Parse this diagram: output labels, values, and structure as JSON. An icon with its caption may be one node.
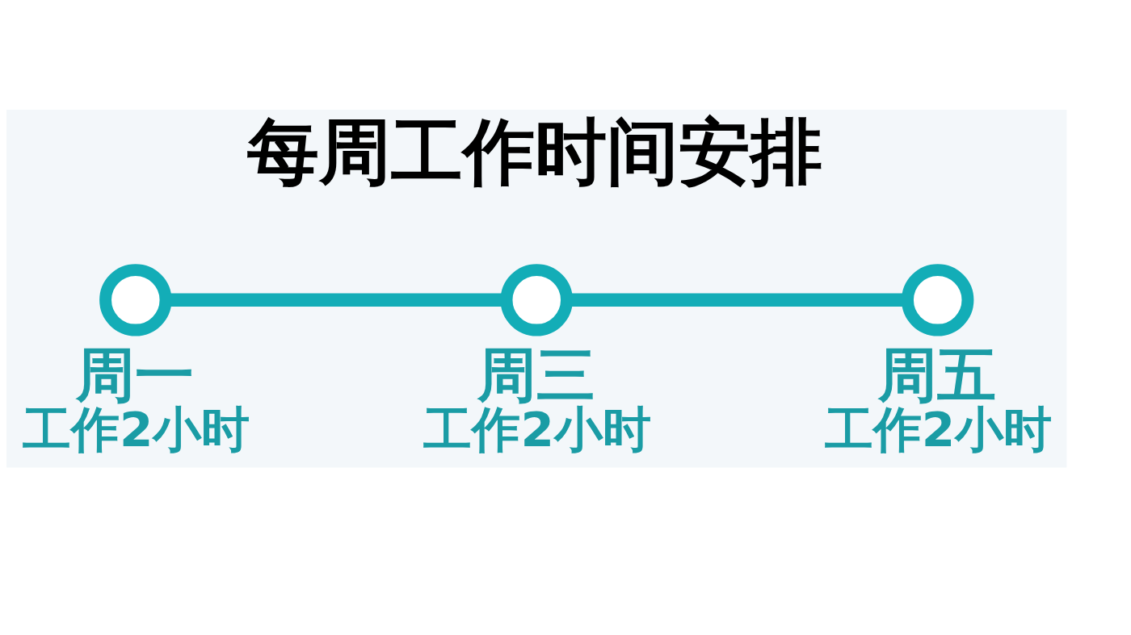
{
  "diagram": {
    "title": "每周工作时间安排",
    "nodes": [
      {
        "text": [],
        "shape": "circle",
        "beside": [
          "周一",
          "工作2小时"
        ]
      },
      {
        "text": [],
        "shape": "circle",
        "beside": [
          "周三",
          "工作2小时"
        ]
      },
      {
        "text": [],
        "shape": "circle",
        "beside": [
          "周五",
          "工作2小时"
        ]
      }
    ],
    "edges": [
      {
        "from": 0,
        "to": 1,
        "arrow": "none"
      },
      {
        "from": 1,
        "to": 2,
        "arrow": "none"
      }
    ]
  }
}
